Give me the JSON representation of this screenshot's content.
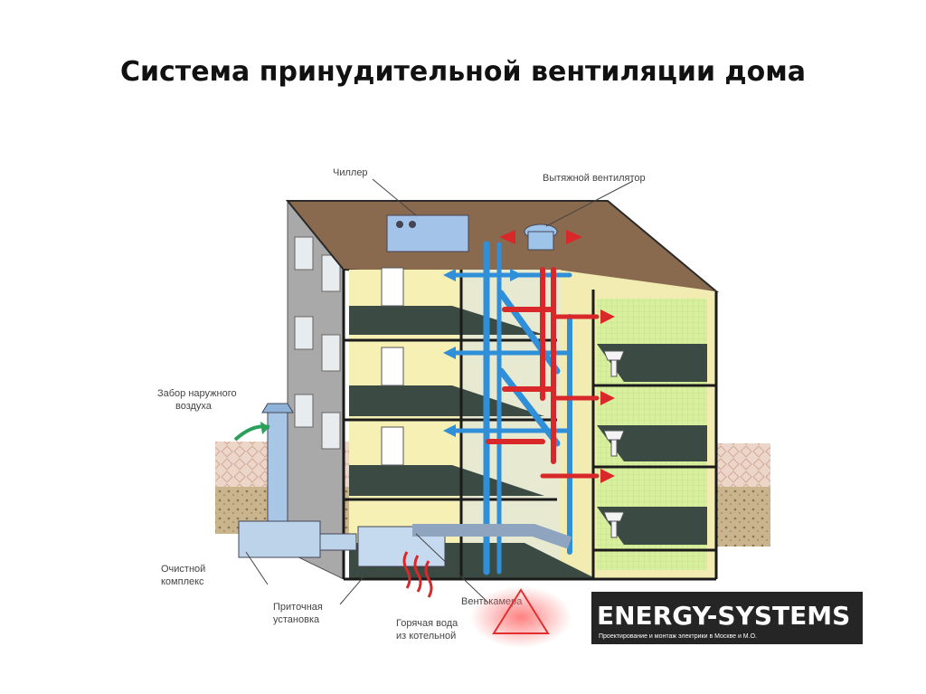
{
  "slide": {
    "title": "Система принудительной вентиляции дома"
  },
  "labels": {
    "chiller": "Чиллер",
    "exhaust_fan": "Вытяжной вентилятор",
    "intake_line1": "Забор наружного",
    "intake_line2": "воздуха",
    "cleaning_line1": "Очистной",
    "cleaning_line2": "комплекс",
    "supply_line1": "Приточная",
    "supply_line2": "установка",
    "hotwater_line1": "Горячая вода",
    "hotwater_line2": "из котельной",
    "ventchamber": "Вентькамера"
  },
  "logo": {
    "name": "ENERGY-SYSTEMS",
    "tagline": "Проектирование и монтаж электрики в Москве и М.О."
  },
  "colors": {
    "supply_air": "#2f8fd8",
    "exhaust_air": "#d8282a",
    "roof": "#8a6a4e",
    "floor": "#3c4a44",
    "wall_yellow": "#f6f0b4",
    "bathroom_wall": "#d6ee9a"
  }
}
